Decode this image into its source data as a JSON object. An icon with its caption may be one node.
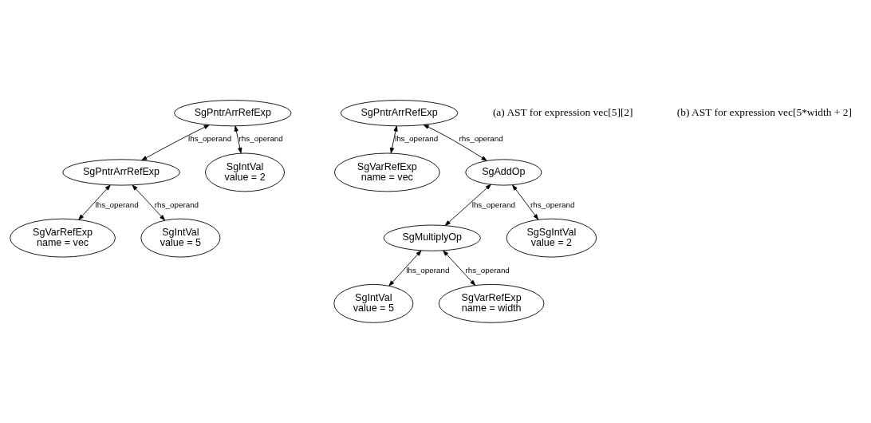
{
  "diagram": {
    "nodes": [
      {
        "text": [
          "SgPntrArrRefExp"
        ]
      },
      {
        "text": [
          "SgPntrArrRefExp"
        ]
      },
      {
        "text": [
          "SgIntVal",
          "value = 2"
        ]
      },
      {
        "text": [
          "SgVarRefExp",
          "name = vec"
        ]
      },
      {
        "text": [
          "SgIntVal",
          "value = 5"
        ]
      },
      {
        "text": [
          "SgPntrArrRefExp"
        ]
      },
      {
        "text": [
          "SgVarRefExp",
          "name = vec"
        ]
      },
      {
        "text": [
          "SgAddOp"
        ]
      },
      {
        "text": [
          "SgMultiplyOp"
        ]
      },
      {
        "text": [
          "SgSgIntVal",
          "value = 2"
        ]
      },
      {
        "text": [
          "SgIntVal",
          "value = 5"
        ]
      },
      {
        "text": [
          "SgVarRefExp",
          "name = width"
        ]
      }
    ],
    "edges": [
      {
        "from": 0,
        "to": 1,
        "arrow": "both",
        "label": "lhs_operand"
      },
      {
        "from": 0,
        "to": 2,
        "arrow": "both",
        "label": "rhs_operand"
      },
      {
        "from": 1,
        "to": 3,
        "arrow": "both",
        "label": "lhs_operand"
      },
      {
        "from": 1,
        "to": 4,
        "arrow": "both",
        "label": "rhs_operand"
      },
      {
        "from": 5,
        "to": 6,
        "arrow": "both",
        "label": "lhs_operand"
      },
      {
        "from": 5,
        "to": 7,
        "arrow": "both",
        "label": "rhs_operand"
      },
      {
        "from": 7,
        "to": 8,
        "arrow": "both",
        "label": "lhs_operand"
      },
      {
        "from": 7,
        "to": 9,
        "arrow": "both",
        "label": "rhs_operand"
      },
      {
        "from": 8,
        "to": 10,
        "arrow": "both",
        "label": "lhs_operand"
      },
      {
        "from": 8,
        "to": 11,
        "arrow": "both",
        "label": "rhs_operand"
      }
    ],
    "labels": [
      "(a) AST for expression vec[5][2]",
      "(b) AST for expression vec[5*width + 2]"
    ]
  }
}
